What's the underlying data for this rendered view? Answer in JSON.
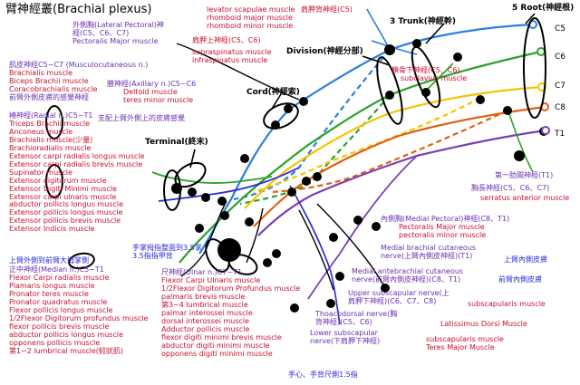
{
  "colors": {
    "red": "#c8102e",
    "purple": "#6a2fb0",
    "blue": "#2a2ad8",
    "root_c5": "#2b7fe0",
    "root_c6": "#2aa22a",
    "root_c7": "#f5c400",
    "root_c8": "#e06010",
    "root_t1": "#7a3fb0",
    "node_fill": "#000000"
  },
  "title": "臂神經叢(Brachial plexus)",
  "roots": {
    "header": "5 Root(神經根)",
    "labels": [
      "C5",
      "C6",
      "C7",
      "C8",
      "T1"
    ]
  },
  "trunk_header": "3 Trunk(神經幹)",
  "division_header": "Division(神經分部)",
  "cord_header": "Cord(神經索)",
  "terminal_header": "Terminal(終末)",
  "top_branches": {
    "dorsal_scapular": {
      "items": [
        "肩胛背神經(C5)",
        "levator scapulae muscle",
        "rhomboid major muscle",
        "rhomboid minor muscle"
      ]
    },
    "suprascapular": {
      "items": [
        "肩胛上神經(C5、C6)",
        "supraspinatus muscle",
        "infraspinatus muscle"
      ]
    },
    "subclavian": {
      "items": [
        "鎖骨下神經(C5、C6)",
        "subclavius muscle"
      ]
    }
  },
  "left_branches": {
    "lateral_pectoral": {
      "items": [
        "外側胸(Lateral Pectoral)神",
        "經(C5、C6、C7)",
        "Pectoralis Major muscle"
      ]
    },
    "musculocutaneous": {
      "items": [
        "肌皮神經C5~C7 (Musculocutaneous n.)",
        "Brachialis muscle",
        "Biceps Brachii muscle",
        "Coracobrachialis muscle",
        "前臂外側皮膚的感覺神經"
      ]
    },
    "axillary": {
      "items": [
        "腋神經(Axillary n.)C5~C6",
        "Deltoid muscle",
        "teres minor muscle"
      ]
    },
    "upper_arm_skin": "支配上臂外側上的皮膚感覺",
    "radial": {
      "items": [
        "橈神經(Radial n.)C5~T1",
        "Triceps Brachii muscle",
        "Anconeus muscle",
        "Brachialis muscle(少量)",
        "Brachioradialis muscle",
        "Extensor carpi radialis longus muscle",
        "Extensor carpi radialis brevis muscle",
        "Supinator  muscle",
        "Extensor digitorum muscle",
        "Extensor Digiti Minimi muscle",
        "Extensor carpi ulnaris muscle",
        "abductor pollicis longus muscle",
        "Extensor pollicis longus muscle",
        "Extensor pollicis brevis muscle",
        "Extensor Indicis muscle"
      ]
    },
    "palm_skin": [
      "手掌拇指整面到3.5掌",
      "3.5指指甲背"
    ],
    "forearm_skin": "上臂外側到前臂大拇掌側",
    "median": {
      "items": [
        "正中神經(Median n.)C5~T1",
        "Flexor Carpi radialis muscle",
        "Plamaris longus muscle",
        "Pronator teres muscle",
        "Pronator quadratus muscle",
        "Flexor pollicis longus muscle",
        "1/2Flexor Digitorum profundus muscle",
        "flexor pollicis brevis muscle",
        "abductor pollicis longus muscle",
        "opponens pollicis muscle",
        "第1~2 lumbrical muscle(蚓狀肌)"
      ]
    }
  },
  "ulnar": {
    "items": [
      "尺神經(Ulnar n.)C7~T1",
      "Flexor Carpi Ulnaris muscle",
      "1/2Flexor Digitorum Profundus muscle",
      "palmaris brevis muscle",
      "第3~4 lumbrical muscle",
      "palmar interossei muscle",
      "dorsal interossei muscle",
      "Adductor pollicis muscle",
      "flexor digiti minimi brevis muscle",
      "abductor digiti minimi muscle",
      "opponens digiti minimi muscle"
    ]
  },
  "hand_skin": "手心、手背尺側1.5指",
  "right_branches": {
    "first_intercostal": "第一肋間神經(T1)",
    "long_thoracic": {
      "items": [
        "胸長神經(C5、C6、C7)",
        "serratus anterior muscle"
      ]
    },
    "medial_pectoral": {
      "items": [
        "內側胸(Medial Pectoral)神經(C8、T1)",
        "Pectoralis Major muscle",
        "pectoralis minor muscle"
      ]
    },
    "medial_brachial_cutaneous": {
      "items": [
        "Medial brachial cutaneous",
        "nerve(上臂內側皮神經)(T1)"
      ]
    },
    "upper_arm_inner_skin": "上臂內側皮膚",
    "medial_antebrachial_cutaneous": {
      "items": [
        "Medial antebrachial cutaneous",
        "nerve(前臂內側皮神經)(C8、T1)"
      ]
    },
    "forearm_inner_skin": "前臂內側皮膚",
    "upper_subscapular": {
      "items": [
        "Upper subscapular nerve(上",
        "肩胛下神經)(C6、C7、C8)"
      ]
    },
    "subscapularis_muscle": "subscapularis muscle",
    "thoracodorsal": {
      "items": [
        "Thoacodorsal nerve(胸",
        "背神經)(C5、C6)"
      ]
    },
    "latissimus": "Latissimus Dorsi Muscle",
    "lower_subscapular": {
      "items": [
        "Lower subscapular",
        "nerve(下肩胛下神經)"
      ]
    },
    "lower_subscapular_muscles": [
      "subscapularis muscle",
      "Teres Major Muscle"
    ]
  }
}
